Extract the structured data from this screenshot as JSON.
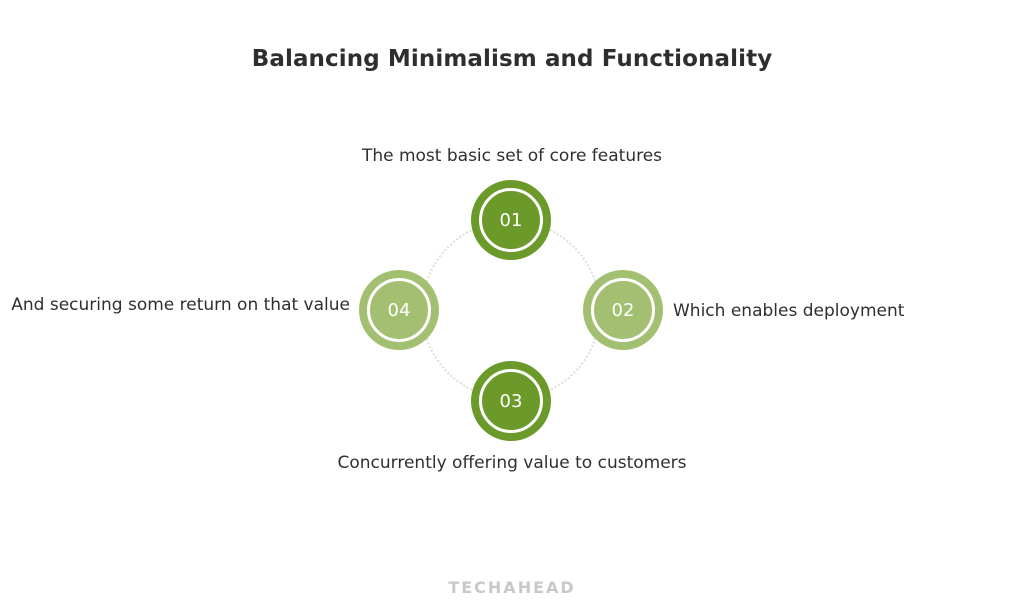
{
  "title": "Balancing Minimalism and Functionality",
  "colors": {
    "dark_green": "#6b9a2b",
    "light_green": "#a3c072",
    "ring": "#dedede"
  },
  "steps": [
    {
      "number": "01",
      "label": "The most basic set of core features",
      "shade": "dark"
    },
    {
      "number": "02",
      "label": "Which enables deployment",
      "shade": "light"
    },
    {
      "number": "03",
      "label": "Concurrently offering value to customers",
      "shade": "dark"
    },
    {
      "number": "04",
      "label": "And securing some return on that value",
      "shade": "light"
    }
  ],
  "brand": "TECHAHEAD"
}
